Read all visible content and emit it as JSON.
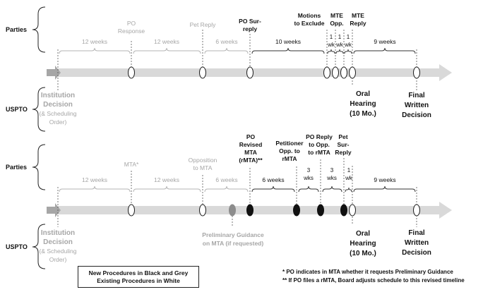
{
  "labels": {
    "parties": "Parties",
    "uspto": "USPTO",
    "institution_decision_lines": [
      "Institution",
      "Decision"
    ],
    "scheduling_lines": [
      "(& Scheduling",
      "Order)"
    ],
    "oral_hearing_lines": [
      "Oral",
      "Hearing",
      "(10 Mo.)"
    ],
    "final_decision_lines": [
      "Final",
      "Written",
      "Decision"
    ]
  },
  "top": {
    "events": {
      "po_response": [
        "PO",
        "Response"
      ],
      "pet_reply": [
        "Pet Reply"
      ],
      "po_sur_reply": [
        "PO Sur-",
        "reply"
      ],
      "motions_to_exclude": [
        "Motions",
        "to Exclude"
      ],
      "mte_opp": [
        "MTE",
        "Opp."
      ],
      "mte_reply": [
        "MTE",
        "Reply"
      ]
    },
    "durations": {
      "d1": "12 weeks",
      "d2": "12 weeks",
      "d3": "6 weeks",
      "d4": "10 weeks",
      "d5": [
        "1",
        "wk"
      ],
      "d6": [
        "1",
        "wk"
      ],
      "d7": [
        "1",
        "wk"
      ],
      "d8": "9 weeks"
    }
  },
  "bottom": {
    "events": {
      "mta": "MTA*",
      "opposition_to_mta": [
        "Opposition",
        "to MTA"
      ],
      "po_revised_mta": [
        "PO",
        "Revised",
        "MTA",
        "(rMTA)**"
      ],
      "petitioner_opp": [
        "Petitioner",
        "Opp. to",
        "rMTA"
      ],
      "po_reply_opp": [
        "PO Reply",
        "to Opp.",
        "to rMTA"
      ],
      "pet_sur_reply": [
        "Pet",
        "Sur-",
        "Reply"
      ],
      "preliminary_guidance": [
        "Preliminary Guidance",
        "on MTA (if requested)"
      ]
    },
    "durations": {
      "d1": "12 weeks",
      "d2": "12 weeks",
      "d3": "6 weeks",
      "d4": "6 weeks",
      "d5": [
        "3",
        "wks"
      ],
      "d6": [
        "3",
        "wks"
      ],
      "d7": [
        "1",
        "wk"
      ],
      "d8": "9 weeks"
    }
  },
  "legend": {
    "line1": "New Procedures in Black and Grey",
    "line2": "Existing Procedures in White"
  },
  "footnotes": {
    "note1": "*  PO indicates in MTA whether it requests Preliminary Guidance",
    "note2": "** If PO files a rMTA, Board adjusts schedule to this revised timeline"
  },
  "colors": {
    "arrow": "#d9d9d9",
    "arrow_head": "#a6a6a6",
    "grey_text": "#a6a6a6",
    "black_text": "#111111",
    "brace": "#b3b3b3",
    "marker_black": "#111111",
    "marker_grey": "#8c8c8c"
  }
}
